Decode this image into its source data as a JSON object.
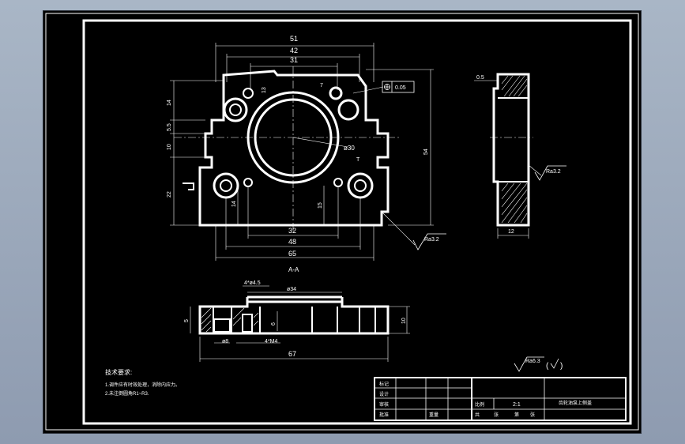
{
  "drawing": {
    "dims": {
      "d51": "51",
      "d42": "42",
      "d31": "31",
      "d7": "7",
      "d13": "13",
      "d14": "14",
      "d55": "5.5",
      "d10a": "10",
      "d22": "22",
      "d54": "54",
      "d14b": "14",
      "d15": "15",
      "d32": "32",
      "d48": "48",
      "d65": "65",
      "dia30": "ø30",
      "T": "T",
      "d12": "12",
      "d05": "0.5",
      "d4x45": "4*ø4.5",
      "dia34": "ø34",
      "d5": "5",
      "d6": "6",
      "d10b": "10",
      "dia8": "ø8",
      "m4": "4*M4",
      "d67": "67"
    },
    "tolerance": "0.05",
    "roughness": {
      "r1": "Ra3.2",
      "r2": "Ra3.2",
      "general": "Ra6.3"
    },
    "section_label": "A-A",
    "tech_title": "技术要求:",
    "tech_notes": [
      "1.调件应有时效处理，消除内应力。",
      "2.未注倒圆角R1~R3."
    ],
    "title_block": {
      "row1": "标记",
      "row2": "设计",
      "row3": "审核",
      "row4": "批准",
      "row4b": "重量",
      "scale_label": "比例",
      "scale_value": "2:1",
      "part_name": "齿轮油泵上侧盖",
      "sheets": [
        "共",
        "张",
        "第",
        "张"
      ]
    }
  }
}
